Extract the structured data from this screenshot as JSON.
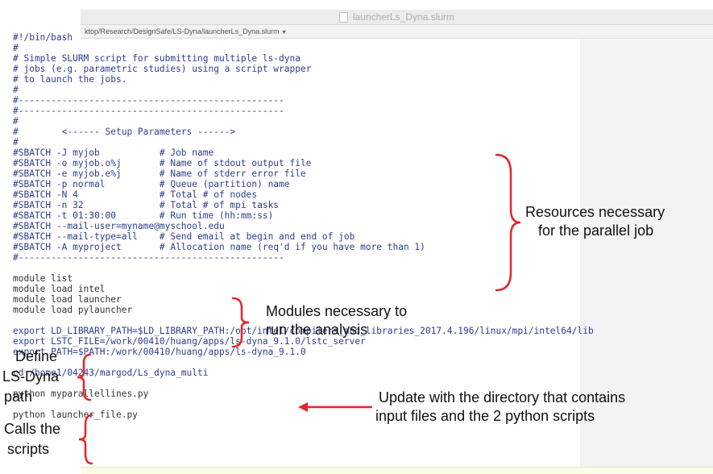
{
  "window": {
    "title": "launcherLs_Dyna.slurm",
    "path": "ktop/Research/DesignSafe/LS-Dyna/launcherLs_Dyna.slurm"
  },
  "code_lines": [
    {
      "text": "#!/bin/bash",
      "kind": "cmt"
    },
    {
      "text": "#",
      "kind": "cmt"
    },
    {
      "text": "# Simple SLURM script for submitting multiple ls-dyna",
      "kind": "cmt"
    },
    {
      "text": "# jobs (e.g. parametric studies) using a script wrapper",
      "kind": "cmt"
    },
    {
      "text": "# to launch the jobs.",
      "kind": "cmt"
    },
    {
      "text": "#",
      "kind": "cmt"
    },
    {
      "text": "#-------------------------------------------------",
      "kind": "cmt"
    },
    {
      "text": "#-------------------------------------------------",
      "kind": "cmt"
    },
    {
      "text": "#",
      "kind": "cmt"
    },
    {
      "text": "#        <------ Setup Parameters ------>",
      "kind": "cmt"
    },
    {
      "text": "#",
      "kind": "cmt"
    },
    {
      "text": "#SBATCH -J myjob           # Job name",
      "kind": "cmt"
    },
    {
      "text": "#SBATCH -o myjob.o%j       # Name of stdout output file",
      "kind": "cmt"
    },
    {
      "text": "#SBATCH -e myjob.e%j       # Name of stderr error file",
      "kind": "cmt"
    },
    {
      "text": "#SBATCH -p normal          # Queue (partition) name",
      "kind": "cmt"
    },
    {
      "text": "#SBATCH -N 4               # Total # of nodes",
      "kind": "cmt"
    },
    {
      "text": "#SBATCH -n 32              # Total # of mpi tasks",
      "kind": "cmt"
    },
    {
      "text": "#SBATCH -t 01:30:00        # Run time (hh:mm:ss)",
      "kind": "cmt"
    },
    {
      "text": "#SBATCH --mail-user=myname@myschool.edu",
      "kind": "cmt"
    },
    {
      "text": "#SBATCH --mail-type=all    # Send email at begin and end of job",
      "kind": "cmt"
    },
    {
      "text": "#SBATCH -A myproject       # Allocation name (req'd if you have more than 1)",
      "kind": "cmt"
    },
    {
      "text": "#-------------------------------------------------",
      "kind": "cmt"
    },
    {
      "text": "",
      "kind": "blank"
    },
    {
      "text": "module list",
      "kind": "cmd"
    },
    {
      "text": "module load intel",
      "kind": "cmd"
    },
    {
      "text": "module load launcher",
      "kind": "cmd"
    },
    {
      "text": "module load pylauncher",
      "kind": "cmd"
    },
    {
      "text": "",
      "kind": "blank"
    },
    {
      "text": "export LD_LIBRARY_PATH=$LD_LIBRARY_PATH:/opt/intel/compilers_and_libraries_2017.4.196/linux/mpi/intel64/lib",
      "kind": "cmt"
    },
    {
      "text": "export LSTC_FILE=/work/00410/huang/apps/ls-dyna_9.1.0/lstc_server",
      "kind": "cmt"
    },
    {
      "text": "export PATH=$PATH:/work/00410/huang/apps/ls-dyna_9.1.0",
      "kind": "cmt"
    },
    {
      "text": "",
      "kind": "blank"
    },
    {
      "text": "cd /home1/04243/margod/Ls_dyna_multi",
      "kind": "cmt"
    },
    {
      "text": "",
      "kind": "blank"
    },
    {
      "text": "python myparallellines.py",
      "kind": "cmd"
    },
    {
      "text": "",
      "kind": "blank"
    },
    {
      "text": "python launcher_file.py",
      "kind": "cmd"
    }
  ],
  "annotations": {
    "resources": [
      "Resources necessary",
      "for the parallel job"
    ],
    "modules": [
      "Modules necessary to",
      "run the analysis"
    ],
    "define": [
      "Define",
      "LS-Dyna",
      "path"
    ],
    "update": [
      "Update with the directory that contains",
      "input files and the 2 python scripts"
    ],
    "calls": [
      "Calls the",
      "scripts"
    ]
  },
  "colors": {
    "comment": "#2d3e8c",
    "command": "#333333",
    "annotation_red": "#e3262a"
  }
}
